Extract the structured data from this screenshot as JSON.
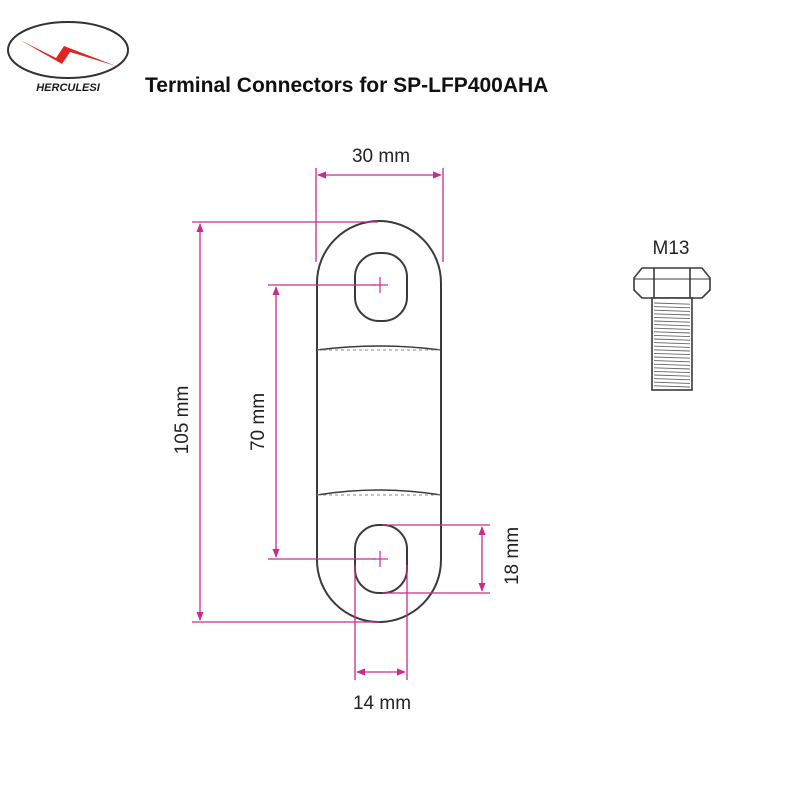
{
  "brand": {
    "name": "HERCULESI",
    "logo_icon": "lightning-bolt-ellipse-logo",
    "logo_color": "#e02424"
  },
  "title": "Terminal Connectors for SP-LFP400AHA",
  "dimensions": {
    "width": "30 mm",
    "length": "105 mm",
    "hole_spacing": "70 mm",
    "slot_length": "18 mm",
    "slot_width": "14 mm"
  },
  "bolt": {
    "label": "M13"
  },
  "colors": {
    "dimension_lines": "#cc2a8e",
    "outline": "#3a3a3a",
    "text": "#222222"
  }
}
